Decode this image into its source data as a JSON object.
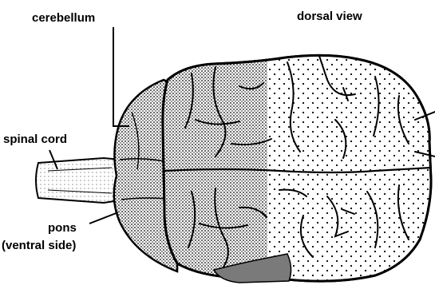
{
  "labels": {
    "cerebellum": "cerebellum",
    "dorsal_view": "dorsal view",
    "spinal_cord": "spinal cord",
    "pons_line1": "pons",
    "pons_line2": "(ventral side)"
  },
  "colors": {
    "ink": "#000000",
    "paper": "#ffffff",
    "pons_fill": "#7a7a7a",
    "stipple_dense": "#000000",
    "stipple_light": "#000000"
  }
}
